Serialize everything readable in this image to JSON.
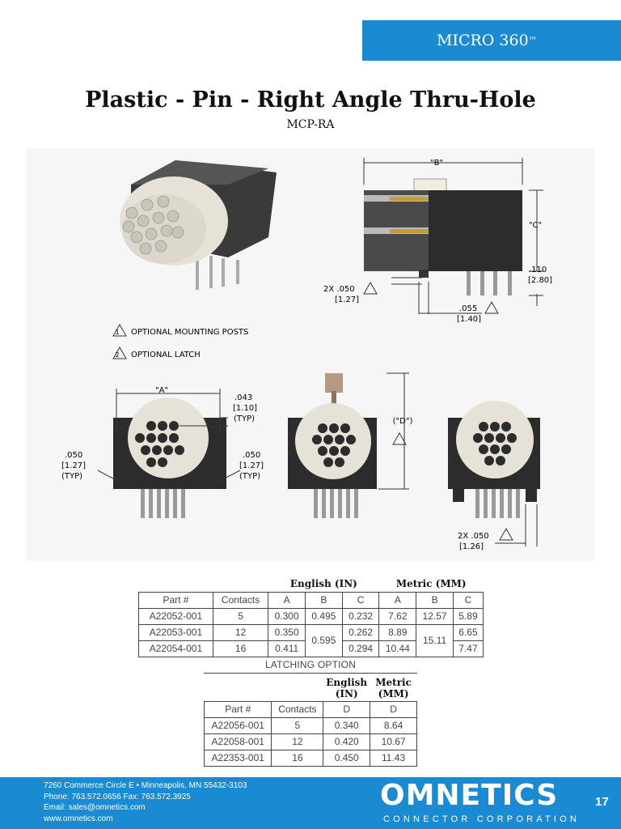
{
  "brand": {
    "name": "MICRO 360",
    "mark": "™"
  },
  "title": "Plastic - Pin - Right Angle Thru-Hole",
  "subtitle": "MCP-RA",
  "drawing": {
    "dim_b": "\"B\"",
    "dim_c": "\"C\"",
    "dim_a": "\"A\"",
    "dim_d": "(\"D\")",
    "post_in": "2X .050",
    "post_mm": "[1.27]",
    "offset_in": ".110",
    "offset_mm": "[2.80]",
    "gap_in": ".055",
    "gap_mm": "[1.40]",
    "pitch_in": ".043",
    "pitch_mm": "[1.10]",
    "typ": "(TYP)",
    "left_in": ".050",
    "left_mm": "[1.27]",
    "right_in": ".050",
    "right_mm": "[1.27]",
    "bottom_in": "2X .050",
    "bottom_mm": "[1.26]",
    "note1_marker": "1",
    "note1": "OPTIONAL  MOUNTING  POSTS",
    "note2_marker": "2",
    "note2": "OPTIONAL  LATCH"
  },
  "spec": {
    "group_english": "English (IN)",
    "group_metric": "Metric (MM)",
    "headers": [
      "Part #",
      "Contacts",
      "A",
      "B",
      "C",
      "A",
      "B",
      "C"
    ],
    "rows": [
      {
        "part": "A22052-001",
        "contacts": "5",
        "a_in": "0.300",
        "b_in": "0.495",
        "c_in": "0.232",
        "a_mm": "7.62",
        "b_mm": "12.57",
        "c_mm": "5.89"
      },
      {
        "part": "A22053-001",
        "contacts": "12",
        "a_in": "0.350",
        "b_in": "0.595",
        "c_in": "0.262",
        "a_mm": "8.89",
        "b_mm": "15.11",
        "c_mm": "6.65"
      },
      {
        "part": "A22054-001",
        "contacts": "16",
        "a_in": "0.411",
        "c_in": "0.294",
        "a_mm": "10.44",
        "c_mm": "7.47"
      }
    ]
  },
  "latching": {
    "title": "LATCHING OPTION",
    "english_l1": "English",
    "english_l2": "(IN)",
    "metric_l1": "Metric",
    "metric_l2": "(MM)",
    "headers": [
      "Part #",
      "Contacts",
      "D",
      "D"
    ],
    "rows": [
      {
        "part": "A22056-001",
        "contacts": "5",
        "d_in": "0.340",
        "d_mm": "8.64"
      },
      {
        "part": "A22058-001",
        "contacts": "12",
        "d_in": "0.420",
        "d_mm": "10.67"
      },
      {
        "part": "A22353-001",
        "contacts": "16",
        "d_in": "0.450",
        "d_mm": "11.43"
      }
    ]
  },
  "footer": {
    "address": "7260 Commerce Circle E • Minneapolis, MN 55432-3103",
    "phone": "Phone: 763.572.0656 Fax: 763.572.3925",
    "email": "Email: sales@omnetics.com",
    "web": "www.omnetics.com",
    "logo": "OMNETICS",
    "tagline": "CONNECTOR CORPORATION",
    "page": "17"
  },
  "colors": {
    "brand_blue": "#1a8bd2",
    "connector_body": "#2b2b2b",
    "insert": "#e6e2d8",
    "pin_gold": "#c79a3a"
  }
}
